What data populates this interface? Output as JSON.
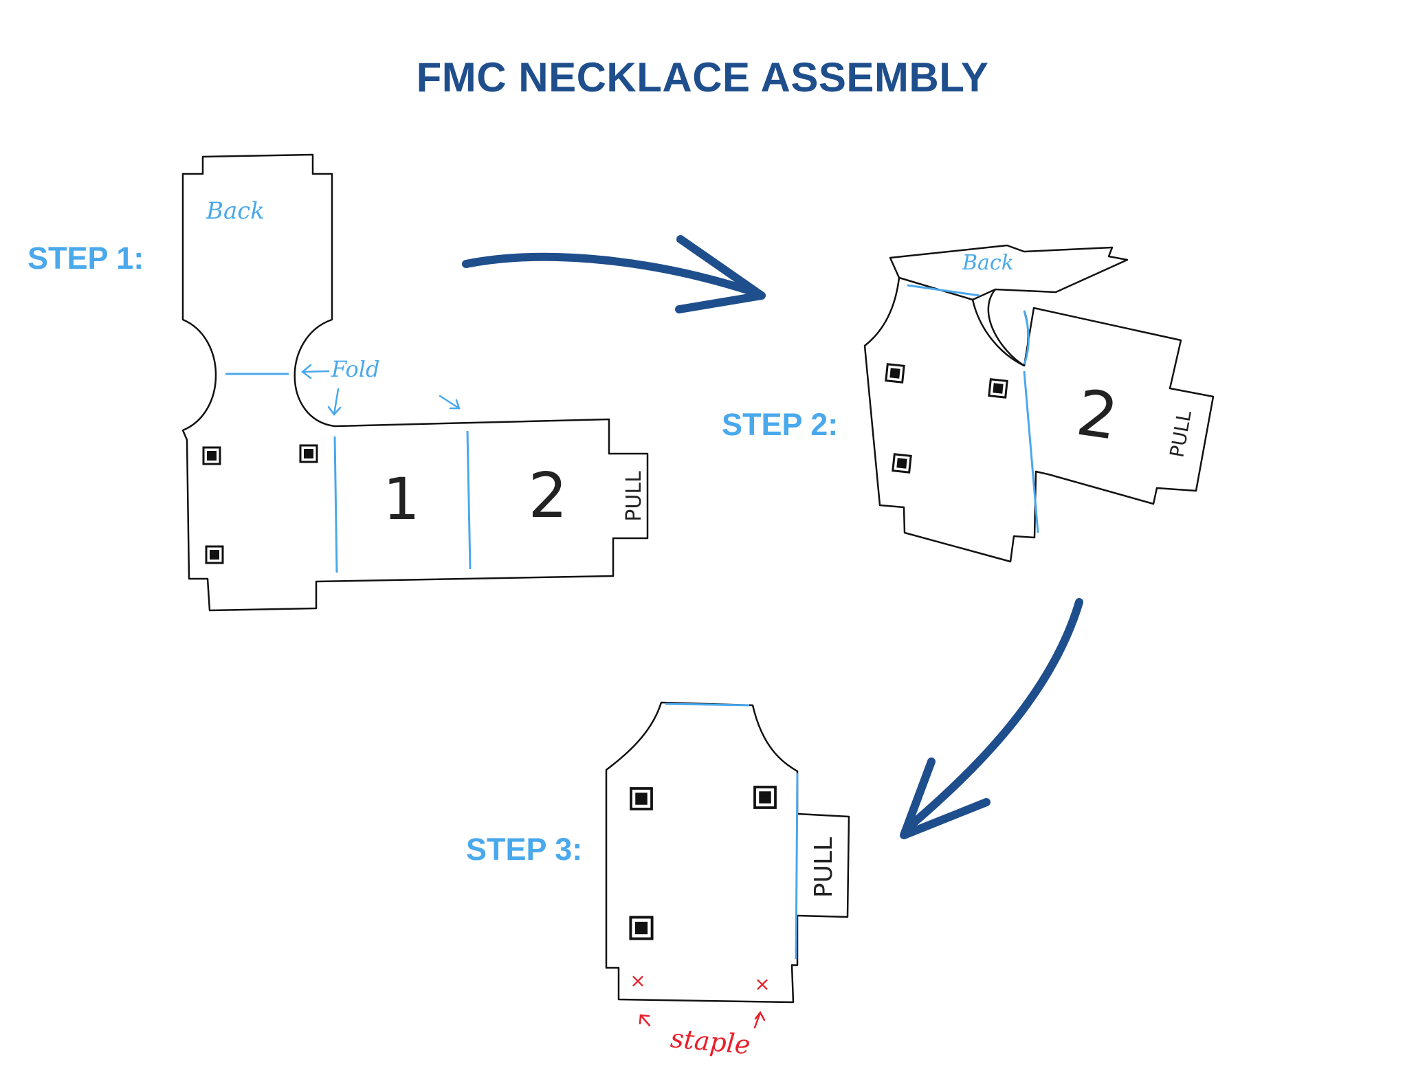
{
  "title": "FMC NECKLACE ASSEMBLY",
  "steps": {
    "step1": "STEP 1:",
    "step2": "STEP 2:",
    "step3": "STEP 3:"
  },
  "labels": {
    "back": "Back",
    "fold": "Fold",
    "panel1": "1",
    "panel2": "2",
    "pull": "PULL",
    "staple": "staple",
    "staple_mark": "×"
  },
  "colors": {
    "title": "#1f4e8c",
    "step_label": "#4aa8ec",
    "fold_line": "#4aa8ec",
    "arrow": "#1f4e8c",
    "staple": "#e8202a",
    "outline": "#111111"
  }
}
